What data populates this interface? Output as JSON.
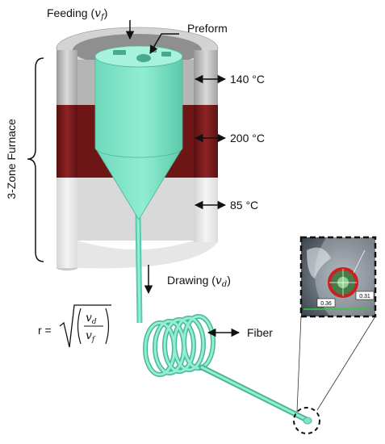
{
  "labels": {
    "feeding": "Feeding",
    "feeding_var": "v",
    "feeding_sub": "f",
    "preform": "Preform",
    "temp_top": "140 °C",
    "temp_mid": "200 °C",
    "temp_bottom": "85 °C",
    "furnace": "3-Zone Furnace",
    "drawing": "Drawing",
    "drawing_var": "v",
    "drawing_sub": "d",
    "fiber": "Fiber",
    "formula_lhs": "r =",
    "formula_num_var": "v",
    "formula_num_sub": "d",
    "formula_den_var": "v",
    "formula_den_sub": "f"
  },
  "inset": {
    "scale_left": "0.36",
    "scale_right": "0.31"
  },
  "colors": {
    "preform": "#7fe3c6",
    "preform_dark": "#58c3a6",
    "furnace_gray": "#bdbdbd",
    "furnace_dark": "#8a8a8a",
    "furnace_red": "#7a1b1b",
    "furnace_light": "#eeeeee"
  }
}
